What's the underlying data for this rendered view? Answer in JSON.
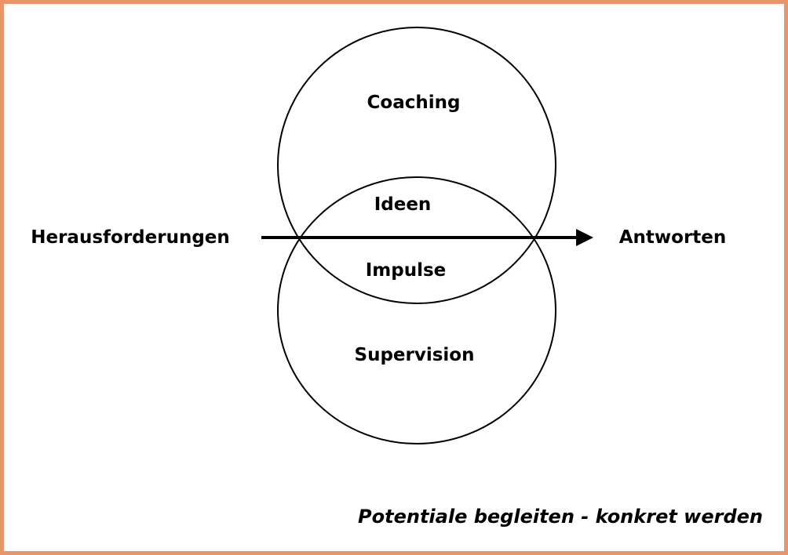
{
  "diagram": {
    "top_circle": "Coaching",
    "overlap_top": "Ideen",
    "overlap_bottom": "Impulse",
    "bottom_circle": "Supervision",
    "arrow_start": "Herausforderungen",
    "arrow_end": "Antworten",
    "footer": "Potentiale begleiten - konkret werden"
  },
  "colors": {
    "border": "#E8956A",
    "stroke": "#000000"
  }
}
